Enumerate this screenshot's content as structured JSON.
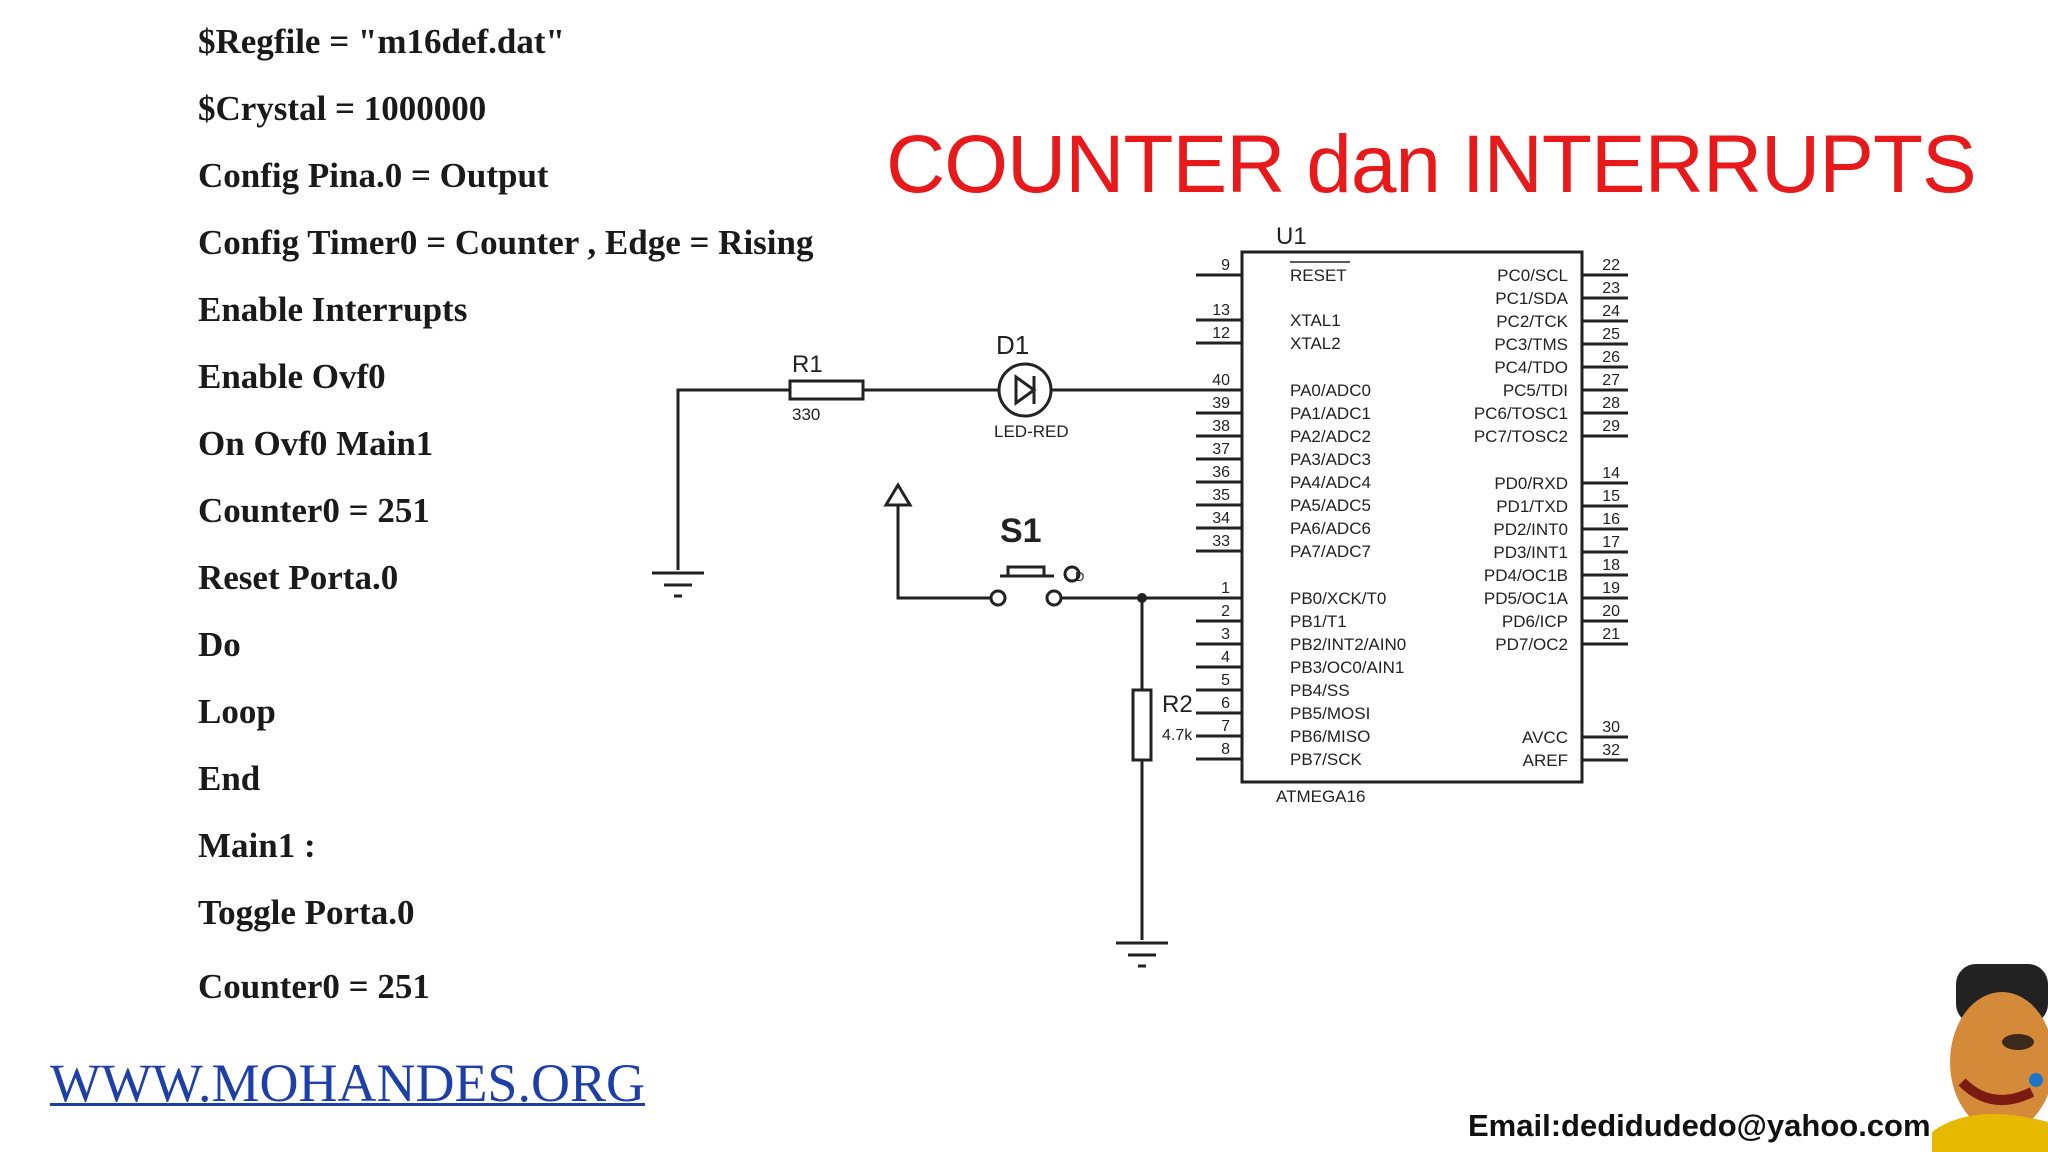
{
  "title": "COUNTER dan INTERRUPTS",
  "code_lines": [
    "$Regfile = \"m16def.dat\"",
    "$Crystal = 1000000",
    "Config Pina.0 = Output",
    "Config Timer0 = Counter , Edge = Rising",
    "Enable Interrupts",
    "Enable Ovf0",
    "On Ovf0 Main1",
    "Counter0 = 251",
    "Reset Porta.0",
    "Do",
    "Loop",
    "End",
    "Main1 :",
    "Toggle Porta.0",
    "Counter0 = 251"
  ],
  "footer": {
    "website": "WWW.MOHANDES.ORG",
    "email": "Email:dedidudedo@yahoo.com"
  },
  "schematic": {
    "u1": {
      "ref": "U1",
      "part": "ATMEGA16"
    },
    "r1": {
      "ref": "R1",
      "value": "330"
    },
    "r2": {
      "ref": "R2",
      "value": "4.7k"
    },
    "d1": {
      "ref": "D1",
      "value": "LED-RED"
    },
    "s1": {
      "ref": "S1"
    },
    "left_pins": [
      {
        "num": "9",
        "name": "RESET"
      },
      {
        "num": "13",
        "name": "XTAL1"
      },
      {
        "num": "12",
        "name": "XTAL2"
      },
      {
        "num": "40",
        "name": "PA0/ADC0"
      },
      {
        "num": "39",
        "name": "PA1/ADC1"
      },
      {
        "num": "38",
        "name": "PA2/ADC2"
      },
      {
        "num": "37",
        "name": "PA3/ADC3"
      },
      {
        "num": "36",
        "name": "PA4/ADC4"
      },
      {
        "num": "35",
        "name": "PA5/ADC5"
      },
      {
        "num": "34",
        "name": "PA6/ADC6"
      },
      {
        "num": "33",
        "name": "PA7/ADC7"
      },
      {
        "num": "1",
        "name": "PB0/XCK/T0"
      },
      {
        "num": "2",
        "name": "PB1/T1"
      },
      {
        "num": "3",
        "name": "PB2/INT2/AIN0"
      },
      {
        "num": "4",
        "name": "PB3/OC0/AIN1"
      },
      {
        "num": "5",
        "name": "PB4/SS"
      },
      {
        "num": "6",
        "name": "PB5/MOSI"
      },
      {
        "num": "7",
        "name": "PB6/MISO"
      },
      {
        "num": "8",
        "name": "PB7/SCK"
      }
    ],
    "right_pins": [
      {
        "num": "22",
        "name": "PC0/SCL"
      },
      {
        "num": "23",
        "name": "PC1/SDA"
      },
      {
        "num": "24",
        "name": "PC2/TCK"
      },
      {
        "num": "25",
        "name": "PC3/TMS"
      },
      {
        "num": "26",
        "name": "PC4/TDO"
      },
      {
        "num": "27",
        "name": "PC5/TDI"
      },
      {
        "num": "28",
        "name": "PC6/TOSC1"
      },
      {
        "num": "29",
        "name": "PC7/TOSC2"
      },
      {
        "num": "14",
        "name": "PD0/RXD"
      },
      {
        "num": "15",
        "name": "PD1/TXD"
      },
      {
        "num": "16",
        "name": "PD2/INT0"
      },
      {
        "num": "17",
        "name": "PD3/INT1"
      },
      {
        "num": "18",
        "name": "PD4/OC1B"
      },
      {
        "num": "19",
        "name": "PD5/OC1A"
      },
      {
        "num": "20",
        "name": "PD6/ICP"
      },
      {
        "num": "21",
        "name": "PD7/OC2"
      },
      {
        "num": "30",
        "name": "AVCC"
      },
      {
        "num": "32",
        "name": "AREF"
      }
    ]
  }
}
